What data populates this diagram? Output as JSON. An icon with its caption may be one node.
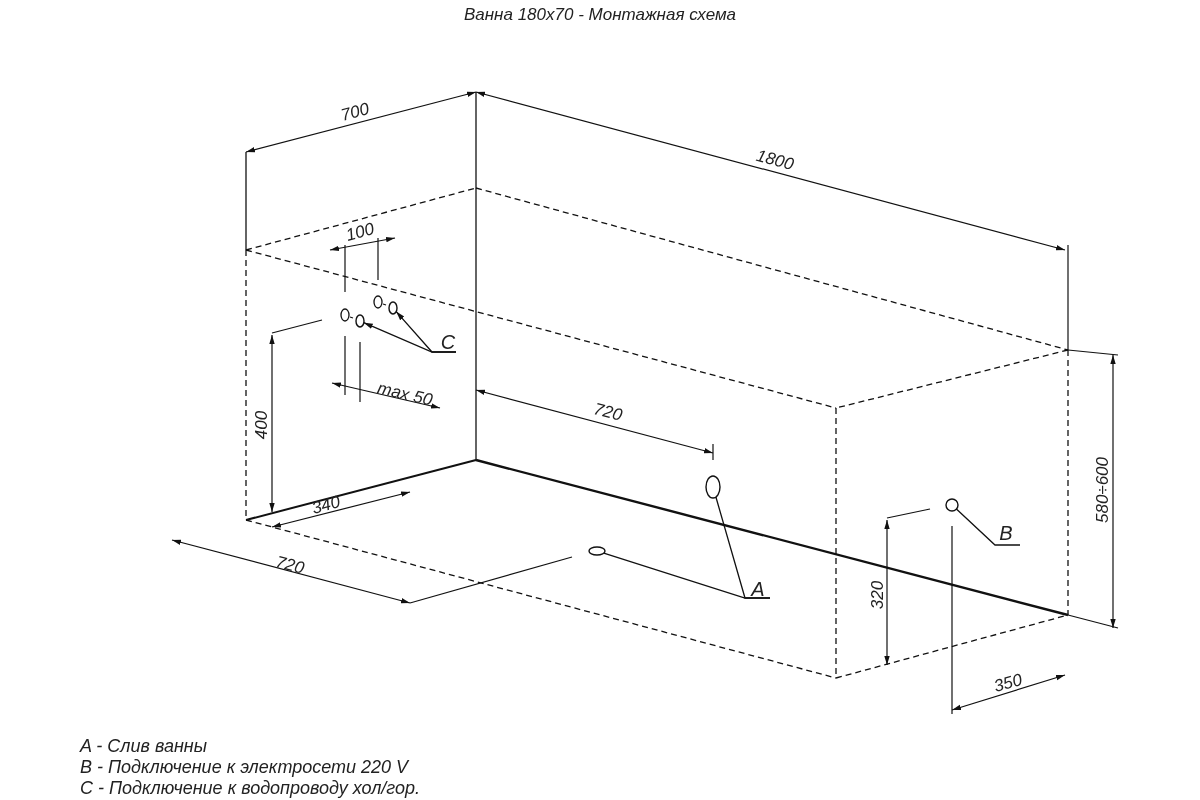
{
  "diagram": {
    "title": "Ванна 180x70 - Монтажная схема",
    "nodes": [
      {
        "text": [
          "A"
        ]
      },
      {
        "text": [],
        "shape": "circle"
      },
      {
        "text": [],
        "shape": "circle"
      },
      {
        "text": [
          "B"
        ]
      },
      {
        "text": [],
        "shape": "circle"
      },
      {
        "text": [
          "C"
        ]
      },
      {
        "text": [],
        "shape": "circle"
      },
      {
        "text": [],
        "shape": "circle"
      }
    ],
    "edges": [
      {
        "from": 0,
        "to": 1,
        "arrow": "none"
      },
      {
        "from": 0,
        "to": 2,
        "arrow": "none"
      },
      {
        "from": 3,
        "to": 4,
        "arrow": "none"
      },
      {
        "from": 5,
        "to": 6,
        "arrow": "to"
      },
      {
        "from": 5,
        "to": 7,
        "arrow": "to"
      }
    ],
    "labels": [
      "700",
      "1800",
      "100",
      "max 50",
      "720",
      "400",
      "340",
      "720",
      "320",
      "580÷600",
      "350",
      "A - Слив ванны",
      "B - Подключение к электросети 220 V",
      "C - Подключение к водопроводу хол/гор."
    ]
  }
}
